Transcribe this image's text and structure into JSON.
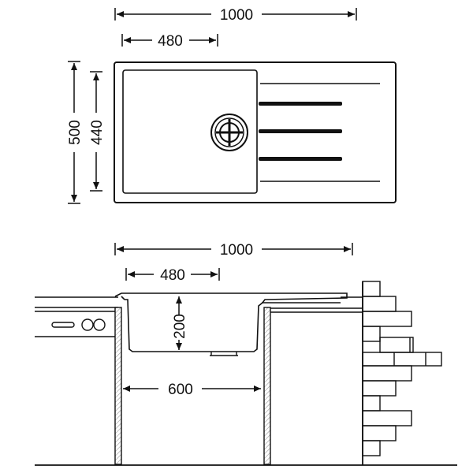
{
  "top_view": {
    "overall_width": "1000",
    "bowl_width": "480",
    "overall_depth": "500",
    "bowl_depth": "440"
  },
  "section_view": {
    "overall_width": "1000",
    "bowl_width": "480",
    "bowl_depth": "200",
    "cabinet_width": "600"
  },
  "colors": {
    "line": "#111111",
    "background": "#ffffff",
    "hatch": "#9a9a9a"
  }
}
